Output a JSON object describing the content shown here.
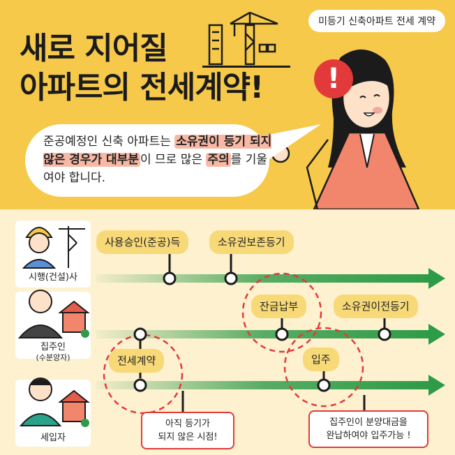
{
  "header": {
    "tag": "미등기 신축아파트 전세 계약",
    "title_line1": "새로 지어질",
    "title_line2": "아파트의 전세계약!"
  },
  "speech": {
    "part1": "준공예정인 신축 아파트는 ",
    "hl1": "소유권이 등기 되지 않은 경우가 대부분",
    "part2": "이 므로 많은 ",
    "hl2": "주의",
    "part3": "를 기울여야 합니다."
  },
  "rows": [
    {
      "label": "시행(건설)사",
      "sublabel": ""
    },
    {
      "label": "집주인",
      "sublabel": "(수분양자)"
    },
    {
      "label": "세입자",
      "sublabel": ""
    }
  ],
  "events": {
    "approval": "사용승인(준공)득",
    "ownership_reg": "소유권보존등기",
    "balance": "잔금납부",
    "transfer_reg": "소유권이전등기",
    "lease_contract": "전세계약",
    "move_in": "입주"
  },
  "notes": {
    "left": "아직 등기가\n되지 않은 시점!",
    "right": "집주인이 분양대금을\n완납하여야 입주가능 !"
  },
  "colors": {
    "top_bg": "#f6c94a",
    "bottom_bg": "#fdf1d0",
    "highlight": "#f7b9a5",
    "chip": "#f8d978",
    "arrow": "#2e9b48",
    "dashed": "#e23a3a"
  }
}
